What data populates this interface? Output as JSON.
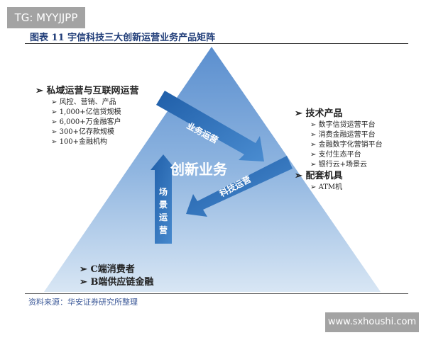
{
  "watermark_top": "TG: MYYJJPP",
  "watermark_bottom": "www.sxhoushi.com",
  "title": "图表 11 宇信科技三大创新运营业务产品矩阵",
  "center": "创新业务",
  "arrows": {
    "business": "业务运营",
    "tech": "科技运营",
    "scene": [
      "场",
      "景",
      "运",
      "营"
    ]
  },
  "left": {
    "heading": "私域运营与互联网运营",
    "items": [
      "风控、营销、产品",
      "1,000+亿信贷规模",
      "6,000+万金融客户",
      "300+亿存款规模",
      "100+金融机构"
    ]
  },
  "right": {
    "heading1": "技术产品",
    "items1": [
      "数字信贷运营平台",
      "消费金融运营平台",
      "金融数字化营销平台",
      "支付生态平台",
      "银行云+场景云"
    ],
    "heading2": "配套机具",
    "items2": [
      "ATM机"
    ]
  },
  "bottom": [
    "C端消费者",
    "B端供应链金融"
  ],
  "source": "资料来源：华安证券研究所整理",
  "bullet": "➢",
  "colors": {
    "triangle_top": "#6f9fd6",
    "triangle_bottom": "#cfe0f2",
    "arrow": "#2e6fb8",
    "title": "#1f3c78"
  }
}
